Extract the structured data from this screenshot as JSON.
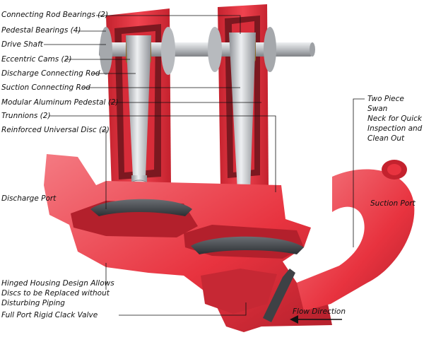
{
  "colors": {
    "housing_red": "#e8333f",
    "housing_dark": "#b3202c",
    "housing_light": "#f47a82",
    "metal": "#c7c9cc",
    "metal_dark": "#8a8d91",
    "disc_dark": "#3e4145",
    "leader_line": "#111111",
    "flow_arrow": "#111111"
  },
  "labels": {
    "connecting_rod_bearings": "Connecting Rod Bearings (2)",
    "pedestal_bearings": "Pedestal Bearings (4)",
    "drive_shaft": "Drive Shaft",
    "eccentric_cams": "Eccentric Cams (2)",
    "discharge_connecting_rod": "Discharge Connecting Rod",
    "suction_connecting_rod": "Suction Connecting Rod",
    "modular_aluminum_pedestal": "Modular Aluminum Pedestal (2)",
    "trunnions": "Trunnions (2)",
    "reinforced_universal_disc": "Reinforced Universal Disc (2)",
    "discharge_port": "Discharge Port",
    "hinged_housing": [
      "Hinged Housing Design Allows",
      "Discs to be Replaced without",
      "Disturbing Piping"
    ],
    "full_port_valve": "Full Port Rigid Clack Valve",
    "swan_neck": [
      "Two Piece Swan",
      "Neck for Quick",
      "Inspection and",
      "Clean Out"
    ],
    "suction_port": "Suction Port",
    "flow_direction": "Flow Direction"
  },
  "icons": {
    "flow_arrow": "left-arrow-icon"
  }
}
